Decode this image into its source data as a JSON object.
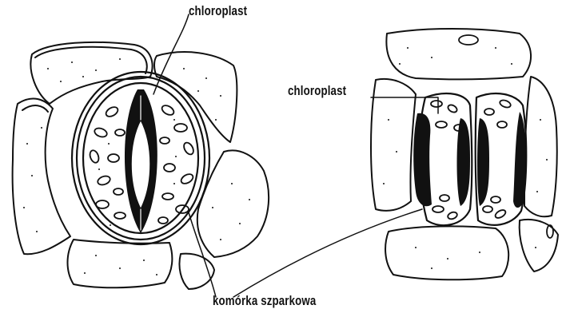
{
  "labels": {
    "chloroplast_top": "chloroplast",
    "chloroplast_middle": "chloroplast",
    "guard_cell": "komórka szparkowa"
  },
  "colors": {
    "ink": "#111111",
    "background": "#ffffff"
  },
  "figures": [
    {
      "name": "stoma-closed-view"
    },
    {
      "name": "stoma-open-view"
    }
  ]
}
